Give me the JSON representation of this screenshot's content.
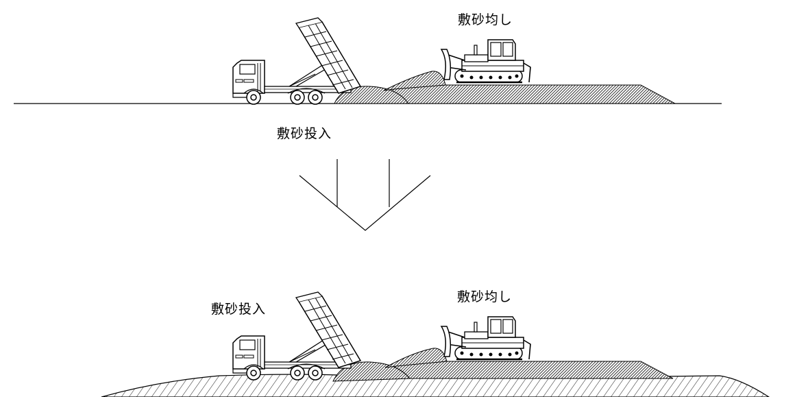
{
  "top_panel": {
    "label_spreading": "敷砂均し",
    "label_dumping": "敷砂投入"
  },
  "bottom_panel": {
    "label_dumping": "敷砂投入",
    "label_spreading": "敷砂均し"
  },
  "colors": {
    "line": "#000000",
    "background": "#ffffff"
  }
}
